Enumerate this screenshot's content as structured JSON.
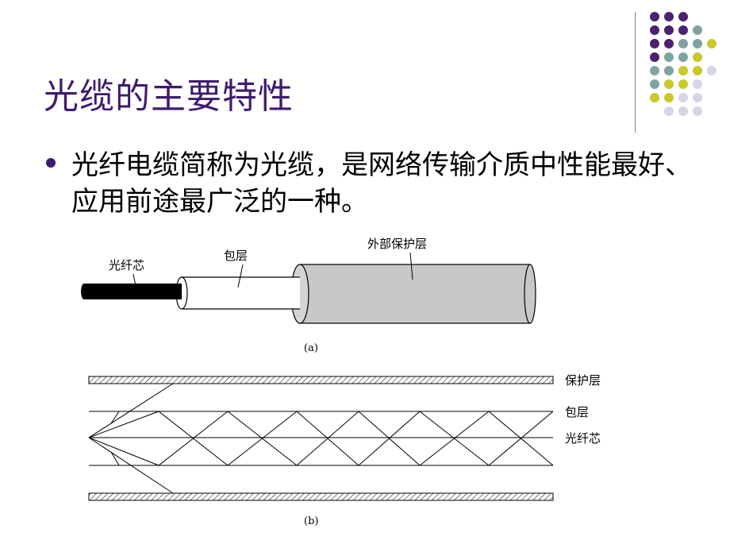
{
  "slide": {
    "title": "光缆的主要特性",
    "bullet": "光纤电缆简称为光缆，是网络传输介质中性能最好、应用前途最广泛的一种。"
  },
  "figure_a": {
    "label_core": "光纤芯",
    "label_cladding": "包层",
    "label_jacket": "外部保护层",
    "caption": "(a)"
  },
  "figure_b": {
    "label_jacket": "保护层",
    "label_cladding": "包层",
    "label_core": "光纤芯",
    "caption": "(b)"
  },
  "colors": {
    "title": "#3f1a6e",
    "dot_purple": "#4b2170",
    "dot_teal": "#7fa3a3",
    "dot_yellow": "#c9c92a",
    "dot_lavender": "#d8d4e6"
  }
}
